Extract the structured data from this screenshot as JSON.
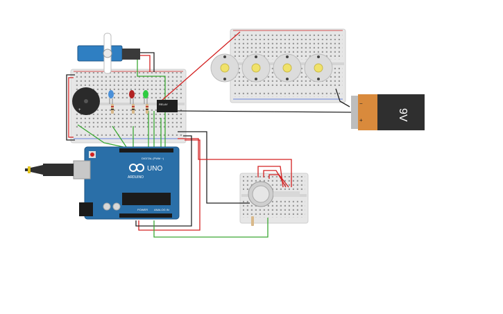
{
  "canvas": {
    "background": "#ffffff"
  },
  "arduino": {
    "board_label": "UNO",
    "brand": "ARDUINO",
    "digital_label": "DIGITAL (PWM ~)",
    "power_label": "POWER",
    "analog_label": "ANALOG IN",
    "color": "#2a6fa8"
  },
  "battery": {
    "label": "9V",
    "minus_sign": "−",
    "plus_sign": "+",
    "body_color": "#2f2f2f",
    "cap_color": "#d98a3c"
  },
  "relay": {
    "label": "RELAY"
  },
  "leds": [
    "#4a90d9",
    "#b22222",
    "#2ecc40"
  ],
  "wire_colors": {
    "red": "#d32020",
    "black": "#222222",
    "green": "#3aa832"
  },
  "motors": {
    "count": 4,
    "body_color": "#dcdcdc",
    "hub_color": "#f0e26a"
  }
}
